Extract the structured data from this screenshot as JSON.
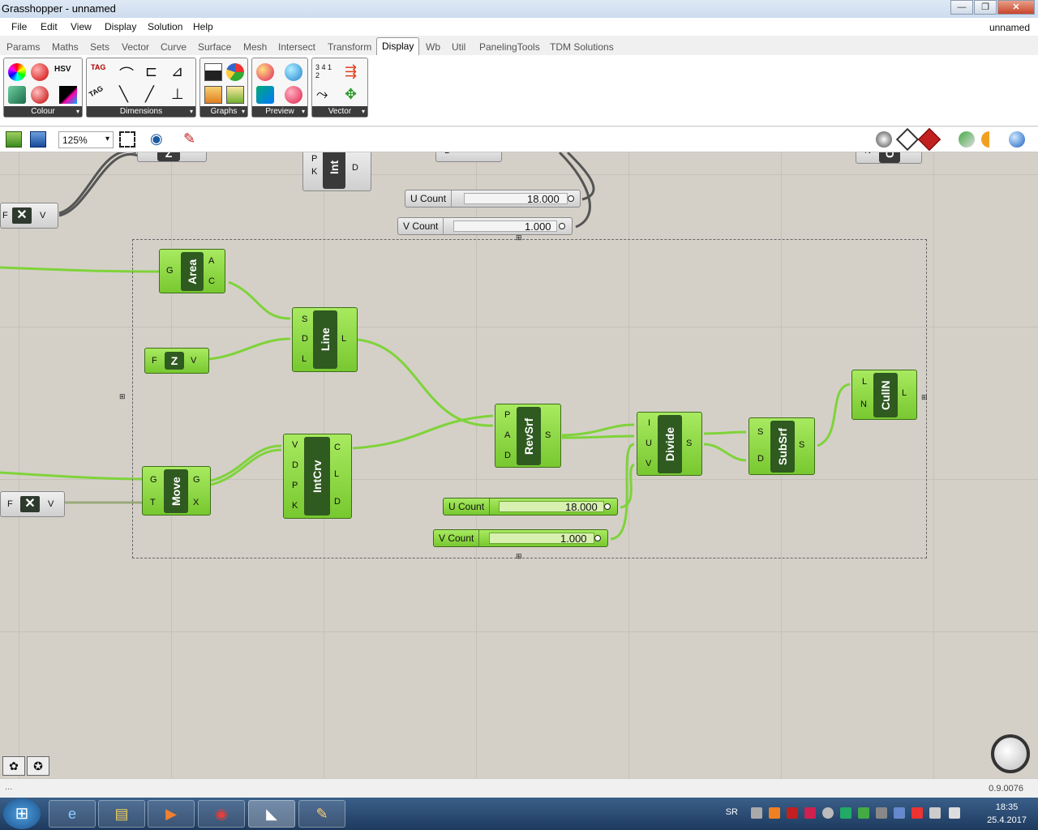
{
  "window": {
    "title": "Grasshopper - unnamed",
    "doc_name": "unnamed",
    "btn_min": "—",
    "btn_max": "❐",
    "btn_close": "✕"
  },
  "menu": [
    "File",
    "Edit",
    "View",
    "Display",
    "Solution",
    "Help"
  ],
  "tabs": [
    "Params",
    "Maths",
    "Sets",
    "Vector",
    "Curve",
    "Surface",
    "Mesh",
    "Intersect",
    "Transform",
    "Display",
    "Wb",
    "Util",
    "PanelingTools",
    "TDM Solutions"
  ],
  "active_tab": "Display",
  "ribbon": {
    "panels": [
      "Colour",
      "Dimensions",
      "Graphs",
      "Preview",
      "Vector"
    ],
    "hsv_label": "HSV",
    "tag_label": "TAG",
    "numbers_label": "3 4 1 2"
  },
  "toolbar": {
    "zoom": "125%"
  },
  "canvas": {
    "components": {
      "area": {
        "name": "Area",
        "inputs": [
          "G"
        ],
        "outputs": [
          "A",
          "C"
        ]
      },
      "line": {
        "name": "Line",
        "inputs": [
          "S",
          "D",
          "L"
        ],
        "outputs": [
          "L"
        ]
      },
      "unit_z": {
        "name": "Z",
        "inputs": [
          "F"
        ],
        "outputs": [
          "V"
        ]
      },
      "move": {
        "name": "Move",
        "inputs": [
          "G",
          "T"
        ],
        "outputs": [
          "G",
          "X"
        ]
      },
      "intcrv": {
        "name": "IntCrv",
        "inputs": [
          "V",
          "D",
          "P",
          "K"
        ],
        "outputs": [
          "C",
          "L",
          "D"
        ]
      },
      "revsrf": {
        "name": "RevSrf",
        "inputs": [
          "P",
          "A",
          "D"
        ],
        "outputs": [
          "S"
        ]
      },
      "divide": {
        "name": "Divide",
        "inputs": [
          "I",
          "U",
          "V"
        ],
        "outputs": [
          "S"
        ]
      },
      "subsrf": {
        "name": "SubSrf",
        "inputs": [
          "S",
          "D"
        ],
        "outputs": [
          "S"
        ]
      },
      "culln": {
        "name": "CullN",
        "inputs": [
          "L",
          "N"
        ],
        "outputs": [
          "L"
        ]
      },
      "x_top": {
        "inputs": [
          "F"
        ],
        "outputs": [
          "V"
        ],
        "glyph": "✕"
      },
      "x_bottom": {
        "inputs": [
          "F"
        ],
        "outputs": [
          "V"
        ],
        "glyph": "✕"
      },
      "int_top": {
        "name": "Int",
        "inputs": [
          "P",
          "K"
        ],
        "outputs": [
          "D"
        ]
      },
      "top_right": {
        "name": "C",
        "inputs": [
          "N"
        ]
      },
      "top_left": {
        "name": "Z"
      },
      "top_mid": {
        "inputs": [
          "D"
        ]
      }
    },
    "sliders": {
      "u_top": {
        "label": "U Count",
        "value": "18.000"
      },
      "v_top": {
        "label": "V Count",
        "value": "1.000"
      },
      "u_group": {
        "label": "U Count",
        "value": "18.000"
      },
      "v_group": {
        "label": "V Count",
        "value": "1.000"
      }
    },
    "grip_glyph": "⊞",
    "sphere_glyph": "◯"
  },
  "status": {
    "version": "0.9.0076",
    "left": "..."
  },
  "taskbar": {
    "start_glyph": "⊞",
    "apps": [
      "e",
      "▤",
      "▶",
      "◉",
      "◣",
      "✎"
    ],
    "lang": "SR",
    "time": "18:35",
    "date": "25.4.2017"
  },
  "colors": {
    "wire_green": "#7fd33a",
    "component_green": "#8fd848",
    "component_dark": "#2f5a20",
    "canvas": "#d4d0c8"
  }
}
